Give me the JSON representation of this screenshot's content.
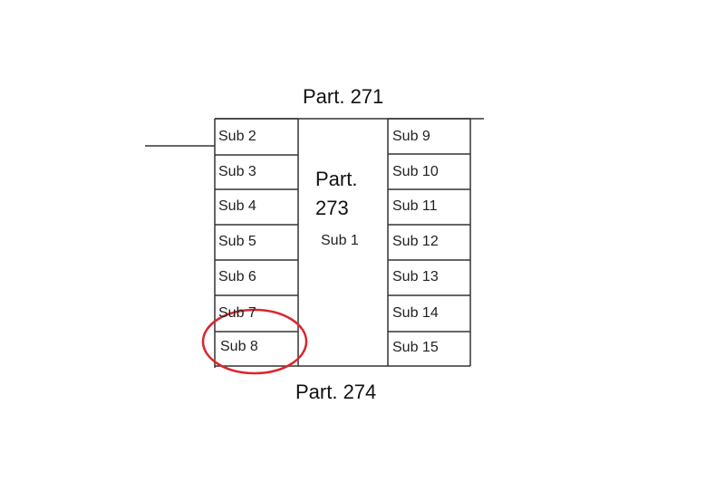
{
  "parcels": {
    "top_label": "Part. 271",
    "bottom_label": "Part. 274",
    "center_line1": "Part.",
    "center_line2": "273",
    "center_sub": "Sub 1"
  },
  "left_column": [
    "Sub 2",
    "Sub 3",
    "Sub 4",
    "Sub 5",
    "Sub 6",
    "Sub 7",
    "Sub 8"
  ],
  "right_column": [
    "Sub 9",
    "Sub 10",
    "Sub 11",
    "Sub 12",
    "Sub 13",
    "Sub 14",
    "Sub 15"
  ],
  "highlight": {
    "target": "Sub 8",
    "color": "#d9262e"
  },
  "line_color": "#333333"
}
